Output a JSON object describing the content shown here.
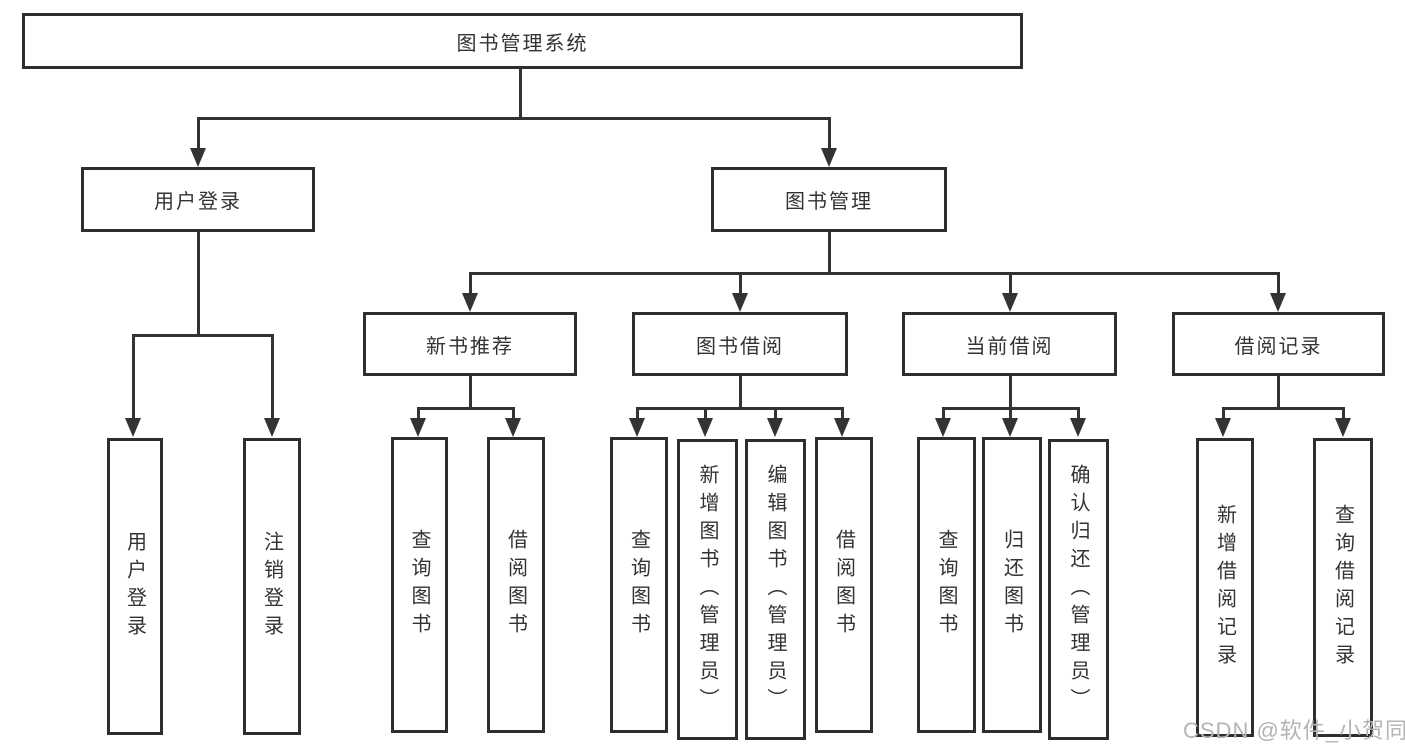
{
  "diagram": {
    "root": {
      "label": "图书管理系统"
    },
    "level2": {
      "user_login": {
        "label": "用户登录"
      },
      "book_management": {
        "label": "图书管理"
      }
    },
    "level3": {
      "new_book_recommend": {
        "label": "新书推荐"
      },
      "book_borrow": {
        "label": "图书借阅"
      },
      "current_borrow": {
        "label": "当前借阅"
      },
      "borrow_records": {
        "label": "借阅记录"
      }
    },
    "leaves": {
      "user_login_leaf": {
        "label": "用户登录"
      },
      "logout_leaf": {
        "label": "注销登录"
      },
      "nb_query_books": {
        "label": "查询图书"
      },
      "nb_borrow_books": {
        "label": "借阅图书"
      },
      "bb_query_books": {
        "label": "查询图书"
      },
      "bb_add_books": {
        "label": "新增图书（管理员）"
      },
      "bb_edit_books": {
        "label": "编辑图书（管理员）"
      },
      "bb_borrow_books": {
        "label": "借阅图书"
      },
      "cb_query_books": {
        "label": "查询图书"
      },
      "cb_return_books": {
        "label": "归还图书"
      },
      "cb_confirm_return": {
        "label": "确认归还（管理员）"
      },
      "br_add_record": {
        "label": "新增借阅记录"
      },
      "br_query_record": {
        "label": "查询借阅记录"
      }
    }
  },
  "watermark": {
    "text": "CSDN @软件_小贺同学"
  },
  "colors": {
    "line": "#333333",
    "border": "#2e2e2e",
    "text": "#333333",
    "watermark": "#b4b4b8",
    "bg": "#ffffff"
  }
}
